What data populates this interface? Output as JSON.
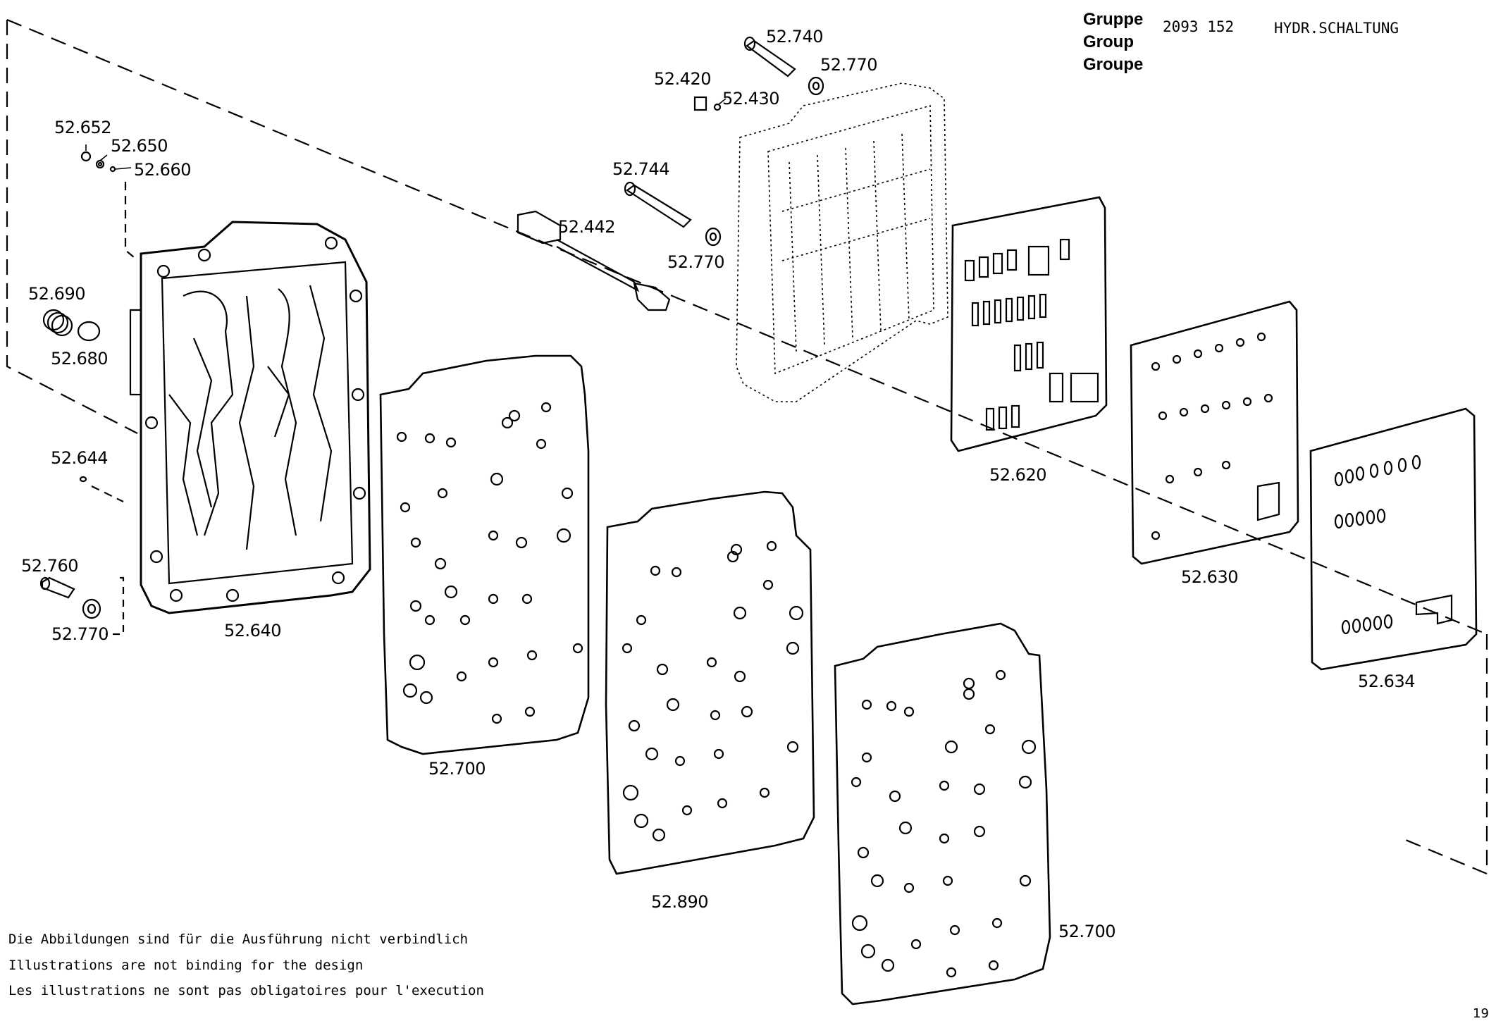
{
  "header": {
    "label_de": "Gruppe",
    "label_en": "Group",
    "label_fr": "Groupe",
    "group_number": "2093 152",
    "group_title": "HYDR.SCHALTUNG"
  },
  "parts": [
    {
      "id": "52.740"
    },
    {
      "id": "52.770"
    },
    {
      "id": "52.420"
    },
    {
      "id": "52.430"
    },
    {
      "id": "52.744"
    },
    {
      "id": "52.442"
    },
    {
      "id": "52.770"
    },
    {
      "id": "52.652"
    },
    {
      "id": "52.650"
    },
    {
      "id": "52.660"
    },
    {
      "id": "52.690"
    },
    {
      "id": "52.680"
    },
    {
      "id": "52.644"
    },
    {
      "id": "52.760"
    },
    {
      "id": "52.770"
    },
    {
      "id": "52.640"
    },
    {
      "id": "52.620"
    },
    {
      "id": "52.630"
    },
    {
      "id": "52.634"
    },
    {
      "id": "52.700"
    },
    {
      "id": "52.890"
    },
    {
      "id": "52.700"
    }
  ],
  "disclaimer": {
    "de": "Die Abbildungen sind für die Ausführung nicht verbindlich",
    "en": "Illustrations are not binding for the design",
    "fr": "Les illustrations ne sont pas obligatoires pour l'execution"
  },
  "page_number": "19"
}
